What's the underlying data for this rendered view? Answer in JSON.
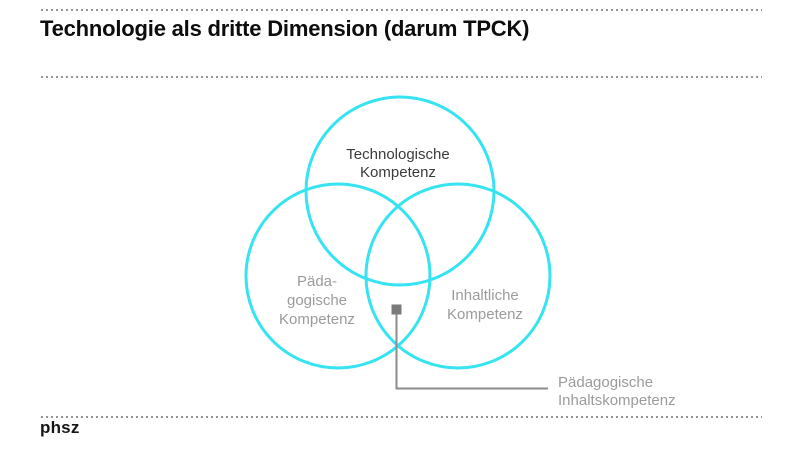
{
  "header": {
    "title": "Technologie als dritte Dimension (darum TPCK)"
  },
  "diagram": {
    "type": "venn",
    "circles": [
      {
        "id": "technological",
        "label": "Technologische\nKompetenz"
      },
      {
        "id": "pedagogical",
        "label": "Päda-\ngogische\nKompetenz"
      },
      {
        "id": "content",
        "label": "Inhaltliche\nKompetenz"
      }
    ],
    "callout": {
      "label": "Pädagogische\nInhaltskompetenz"
    },
    "colors": {
      "circle_stroke": "#35e3f1",
      "dark_label": "#3b3b3b",
      "muted_label": "#9b9b9b",
      "connector": "#8c8c8c",
      "marker": "#7a7a7a"
    }
  },
  "footer": {
    "logo": "phsz"
  }
}
